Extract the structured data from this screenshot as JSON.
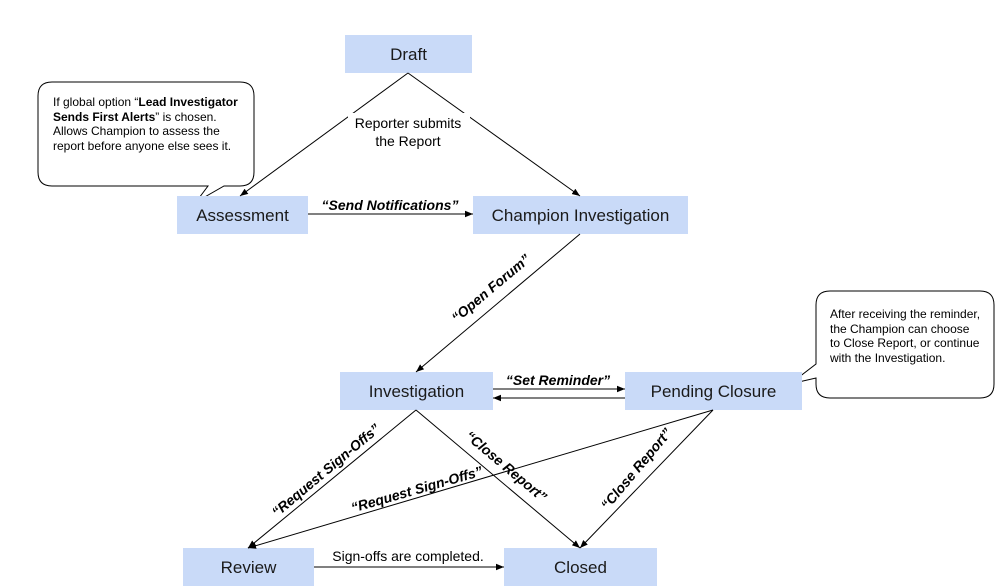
{
  "nodes": {
    "draft": "Draft",
    "assessment": "Assessment",
    "champion": "Champion Investigation",
    "investigation": "Investigation",
    "pending": "Pending Closure",
    "review": "Review",
    "closed": "Closed"
  },
  "edges": {
    "reporter_submits_1": "Reporter submits",
    "reporter_submits_2": "the Report",
    "send_notifications": "“Send Notifications”",
    "open_forum": "“Open Forum”",
    "set_reminder": "“Set Reminder”",
    "request_signoffs_1": "“Request Sign-Offs”",
    "request_signoffs_2": "“Request Sign-Offs”",
    "close_report_1": "“Close Report”",
    "close_report_2": "“Close Report”",
    "signoffs_completed": "Sign-offs are completed."
  },
  "callouts": {
    "lead": {
      "prefix": "If global option “",
      "bold": "Lead Investigator Sends First Alerts",
      "suffix": "” is chosen. Allows Champion to assess the report before anyone else sees it."
    },
    "reminder": {
      "text": "After receiving the reminder, the Champion can choose to Close Report, or continue with the Investigation."
    }
  }
}
